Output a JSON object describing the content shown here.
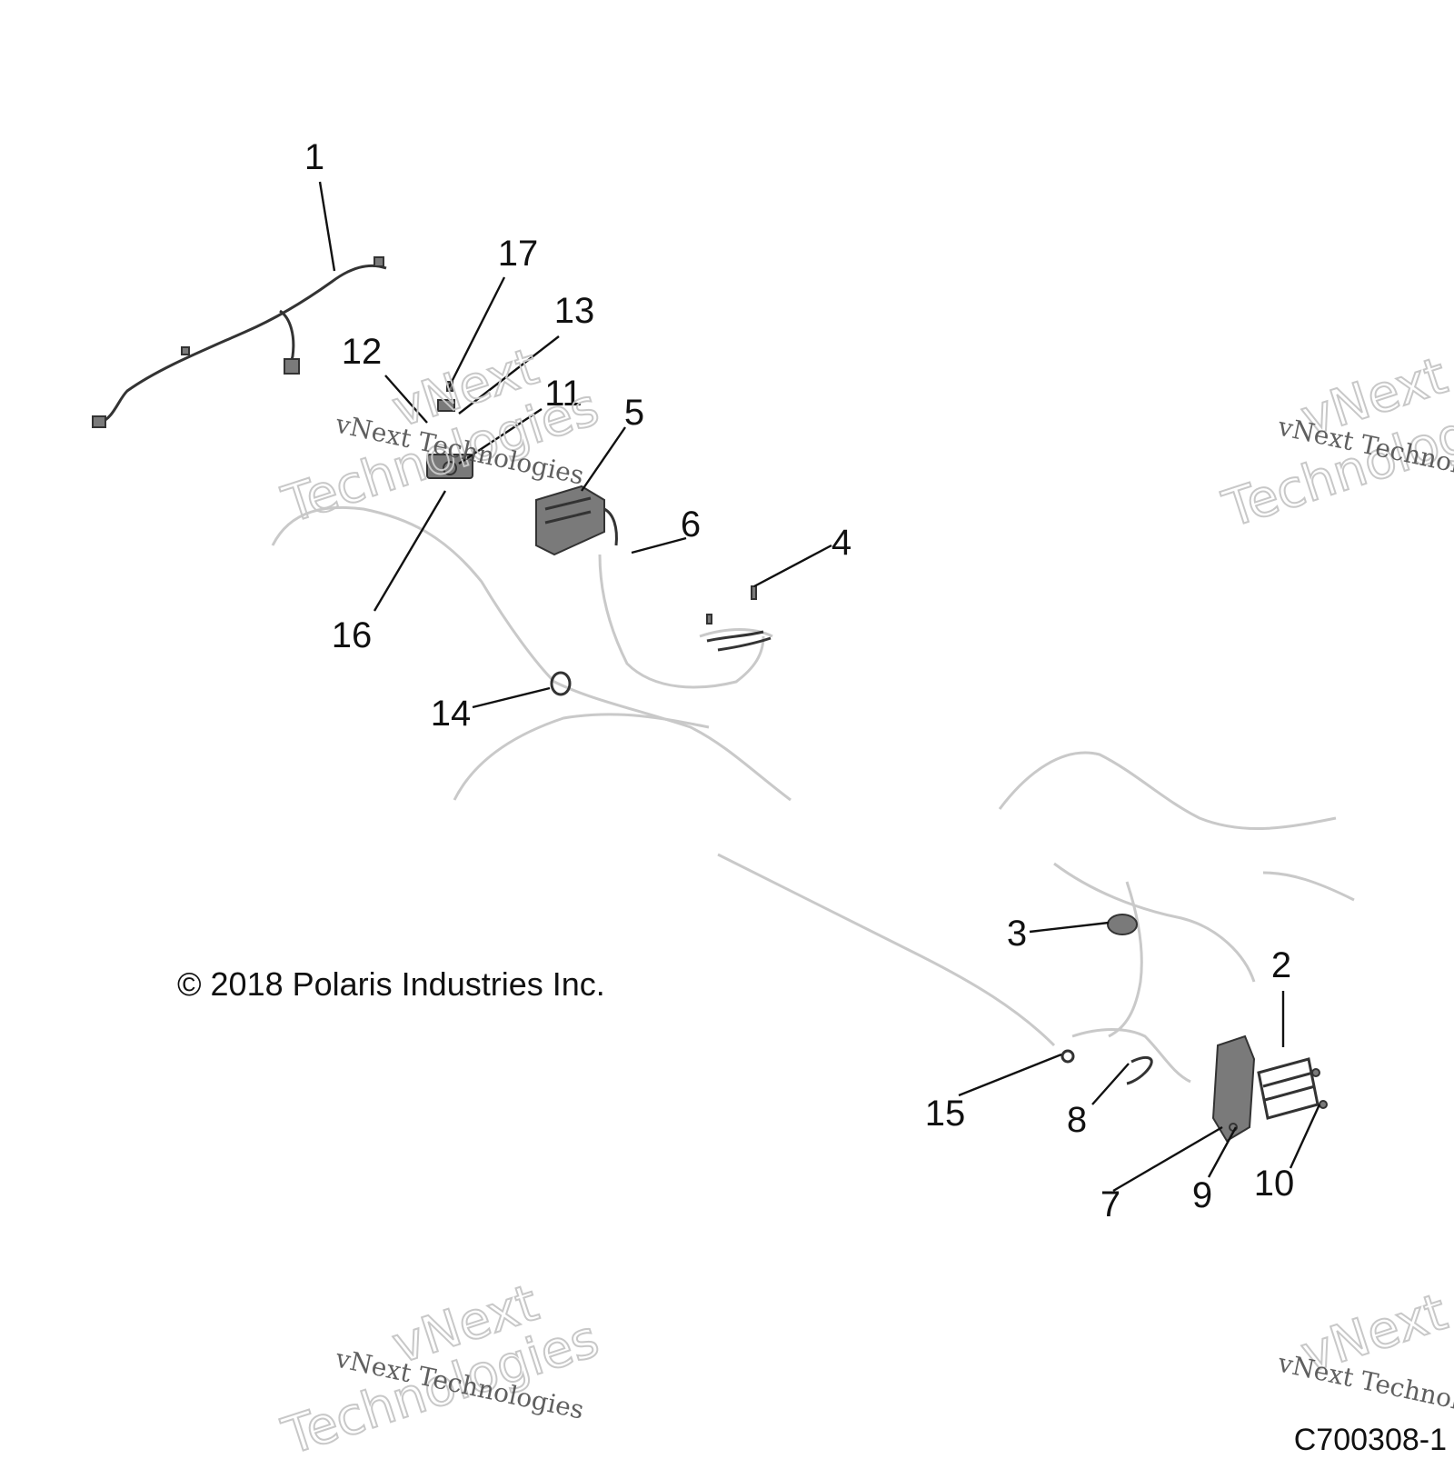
{
  "diagram": {
    "copyright": "© 2018 Polaris Industries Inc.",
    "diagram_id": "C700308-1",
    "callouts": [
      {
        "label": "1"
      },
      {
        "label": "2"
      },
      {
        "label": "3"
      },
      {
        "label": "4"
      },
      {
        "label": "5"
      },
      {
        "label": "6"
      },
      {
        "label": "7"
      },
      {
        "label": "8"
      },
      {
        "label": "9"
      },
      {
        "label": "10"
      },
      {
        "label": "11"
      },
      {
        "label": "12"
      },
      {
        "label": "13"
      },
      {
        "label": "14"
      },
      {
        "label": "15"
      },
      {
        "label": "16"
      },
      {
        "label": "17"
      }
    ]
  },
  "watermark": {
    "line_small": "vNext Technologies",
    "line_big_1": "vNext",
    "line_big_2": "Technologies"
  }
}
